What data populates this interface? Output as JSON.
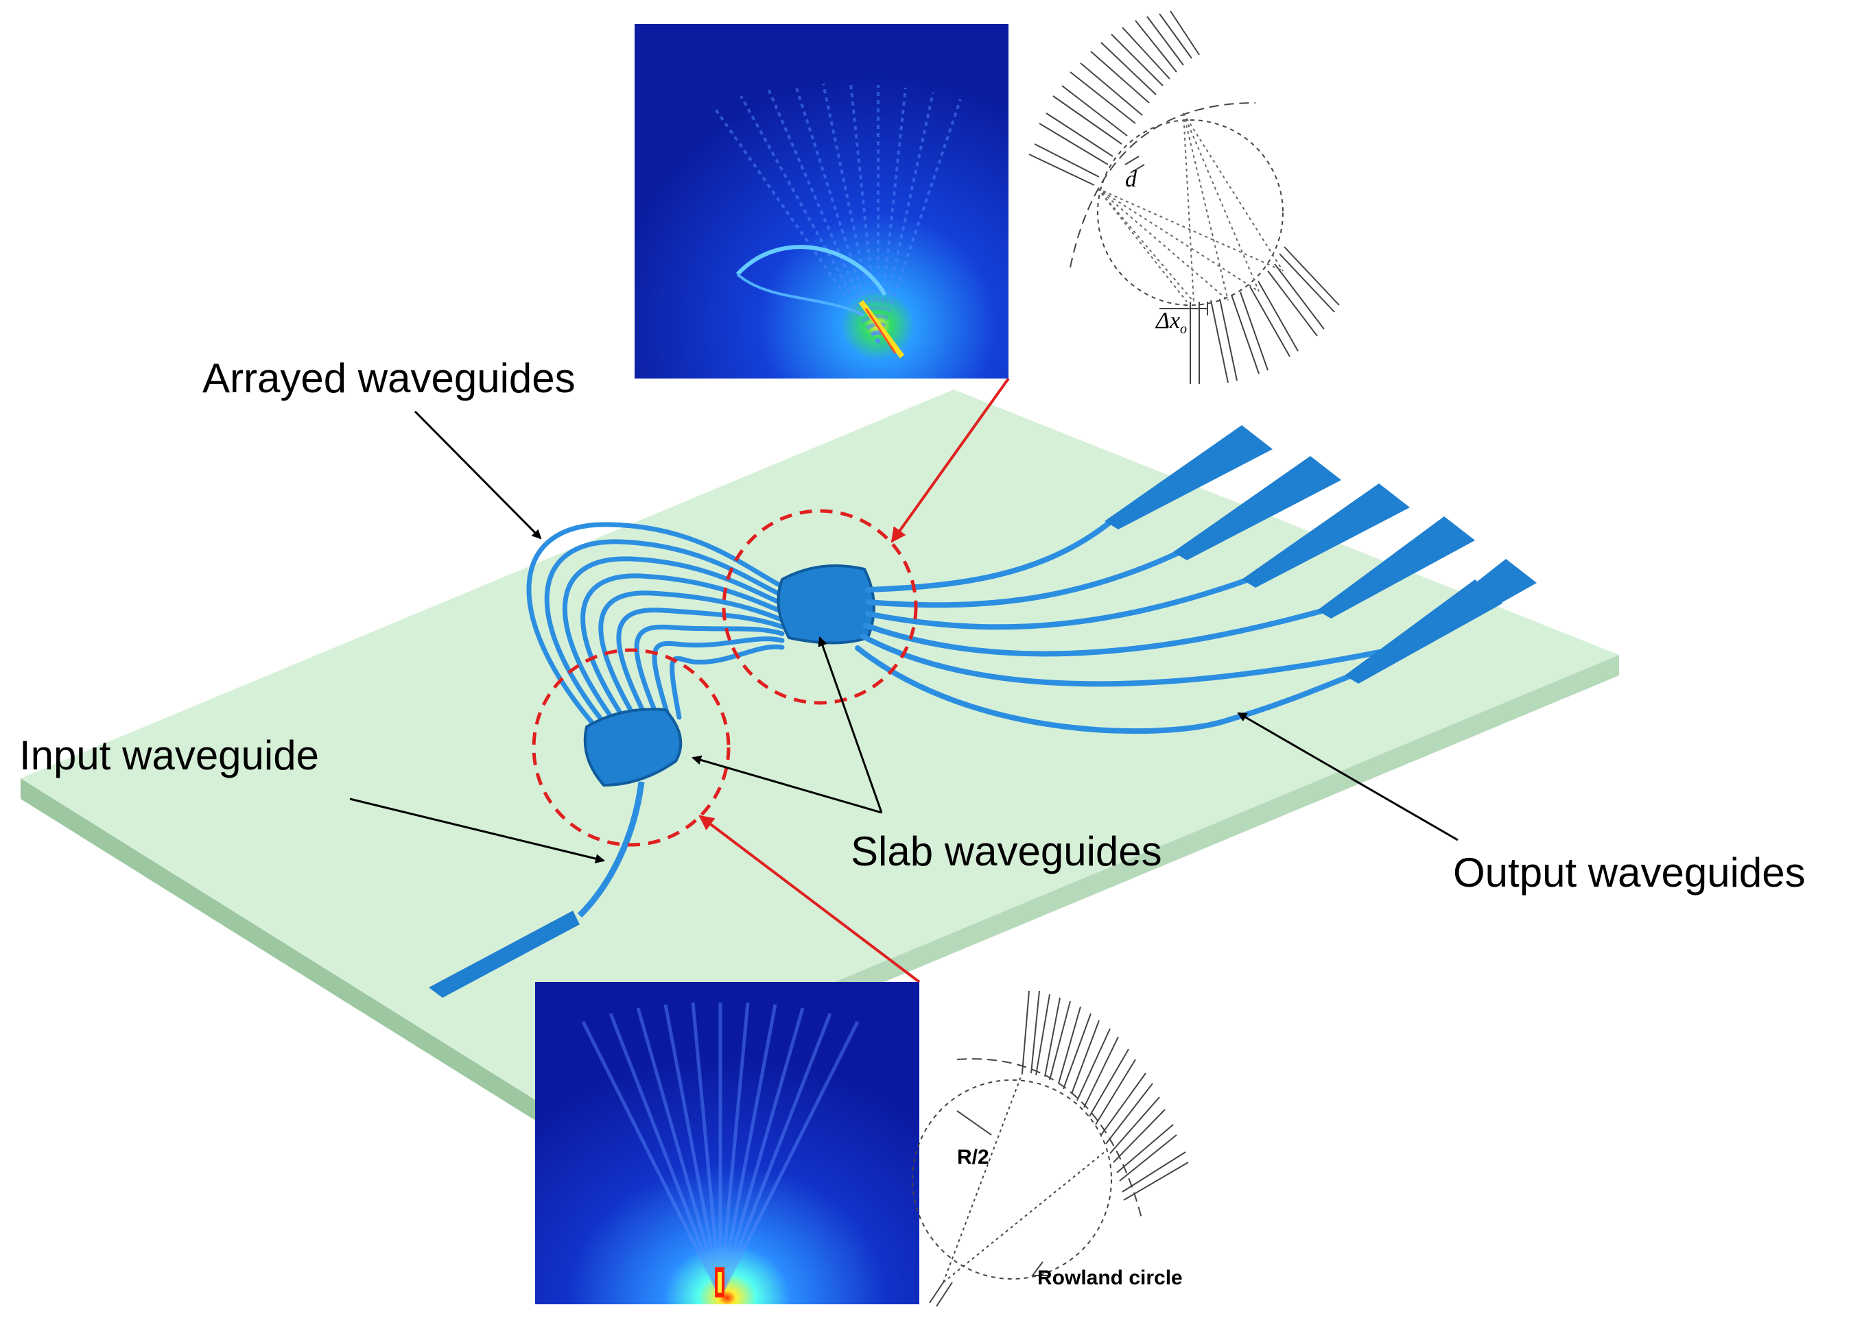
{
  "labels": {
    "arrayed": "Arrayed waveguides",
    "input": "Input waveguide",
    "slab": "Slab waveguides",
    "output": "Output waveguides",
    "rowland": "Rowland circle",
    "half_radius": "R/2",
    "pitch": "d",
    "delta": "Δx",
    "delta_sub": "o"
  },
  "colors": {
    "substrate_top": "#d6f0d8",
    "substrate_side": "#a9cfad",
    "waveguide": "#1f7fd0",
    "waveguide_dark": "#0f5c9e",
    "callout": "#e02020",
    "field_bg": "#0c1fa8"
  }
}
